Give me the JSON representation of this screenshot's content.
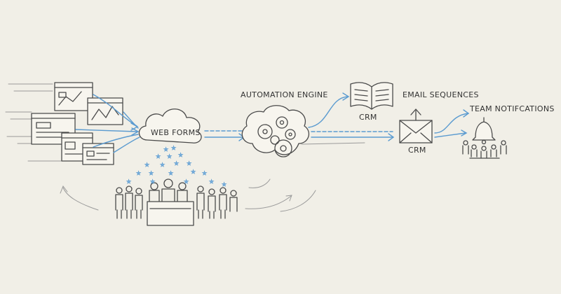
{
  "labels": {
    "web_forms": "WEB FORMS",
    "automation_engine": "AUTOMATION ENGINE",
    "crm_book": "CRM",
    "email_sequences": "EMAIL SEQUENCES",
    "crm_mail": "CRM",
    "team_notifications": "TEAM NOTIFCATIONS"
  },
  "colors": {
    "background": "#f1efe7",
    "sketch": "#4a4a4a",
    "accent_blue": "#5b9bd0"
  }
}
